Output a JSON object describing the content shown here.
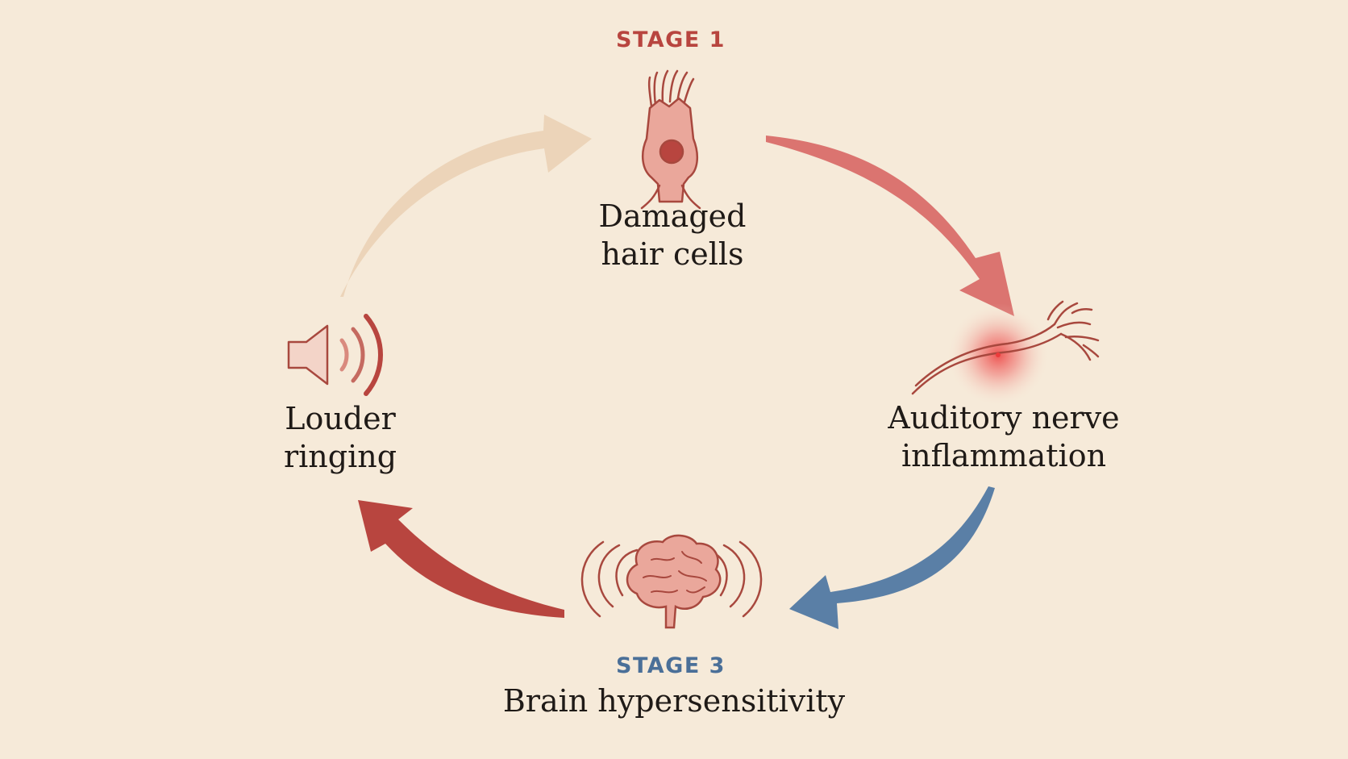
{
  "colors": {
    "background": "#f6ead9",
    "stage1_tag": "#b8453f",
    "stage3_tag": "#4a6f98",
    "arrow_top_right": "#d96e6a",
    "arrow_right_bottom": "#5a7fa6",
    "arrow_bottom_left": "#b8453f",
    "arrow_left_top": "#ecd4b9",
    "inflammation_glow": "#ec3b3b",
    "icon_stroke": "#a8483e",
    "icon_fill": "#eaa79b"
  },
  "nodes": {
    "top": {
      "tag": "STAGE 1",
      "icon": "hair-cell-icon",
      "label_line1": "Damaged",
      "label_line2": "hair cells"
    },
    "right": {
      "icon": "nerve-icon",
      "label_line1": "Auditory nerve",
      "label_line2": "inflammation"
    },
    "bottom": {
      "tag": "STAGE 3",
      "icon": "brain-icon",
      "label": "Brain hypersensitivity"
    },
    "left": {
      "icon": "speaker-icon",
      "label_line1": "Louder",
      "label_line2": "ringing"
    }
  }
}
